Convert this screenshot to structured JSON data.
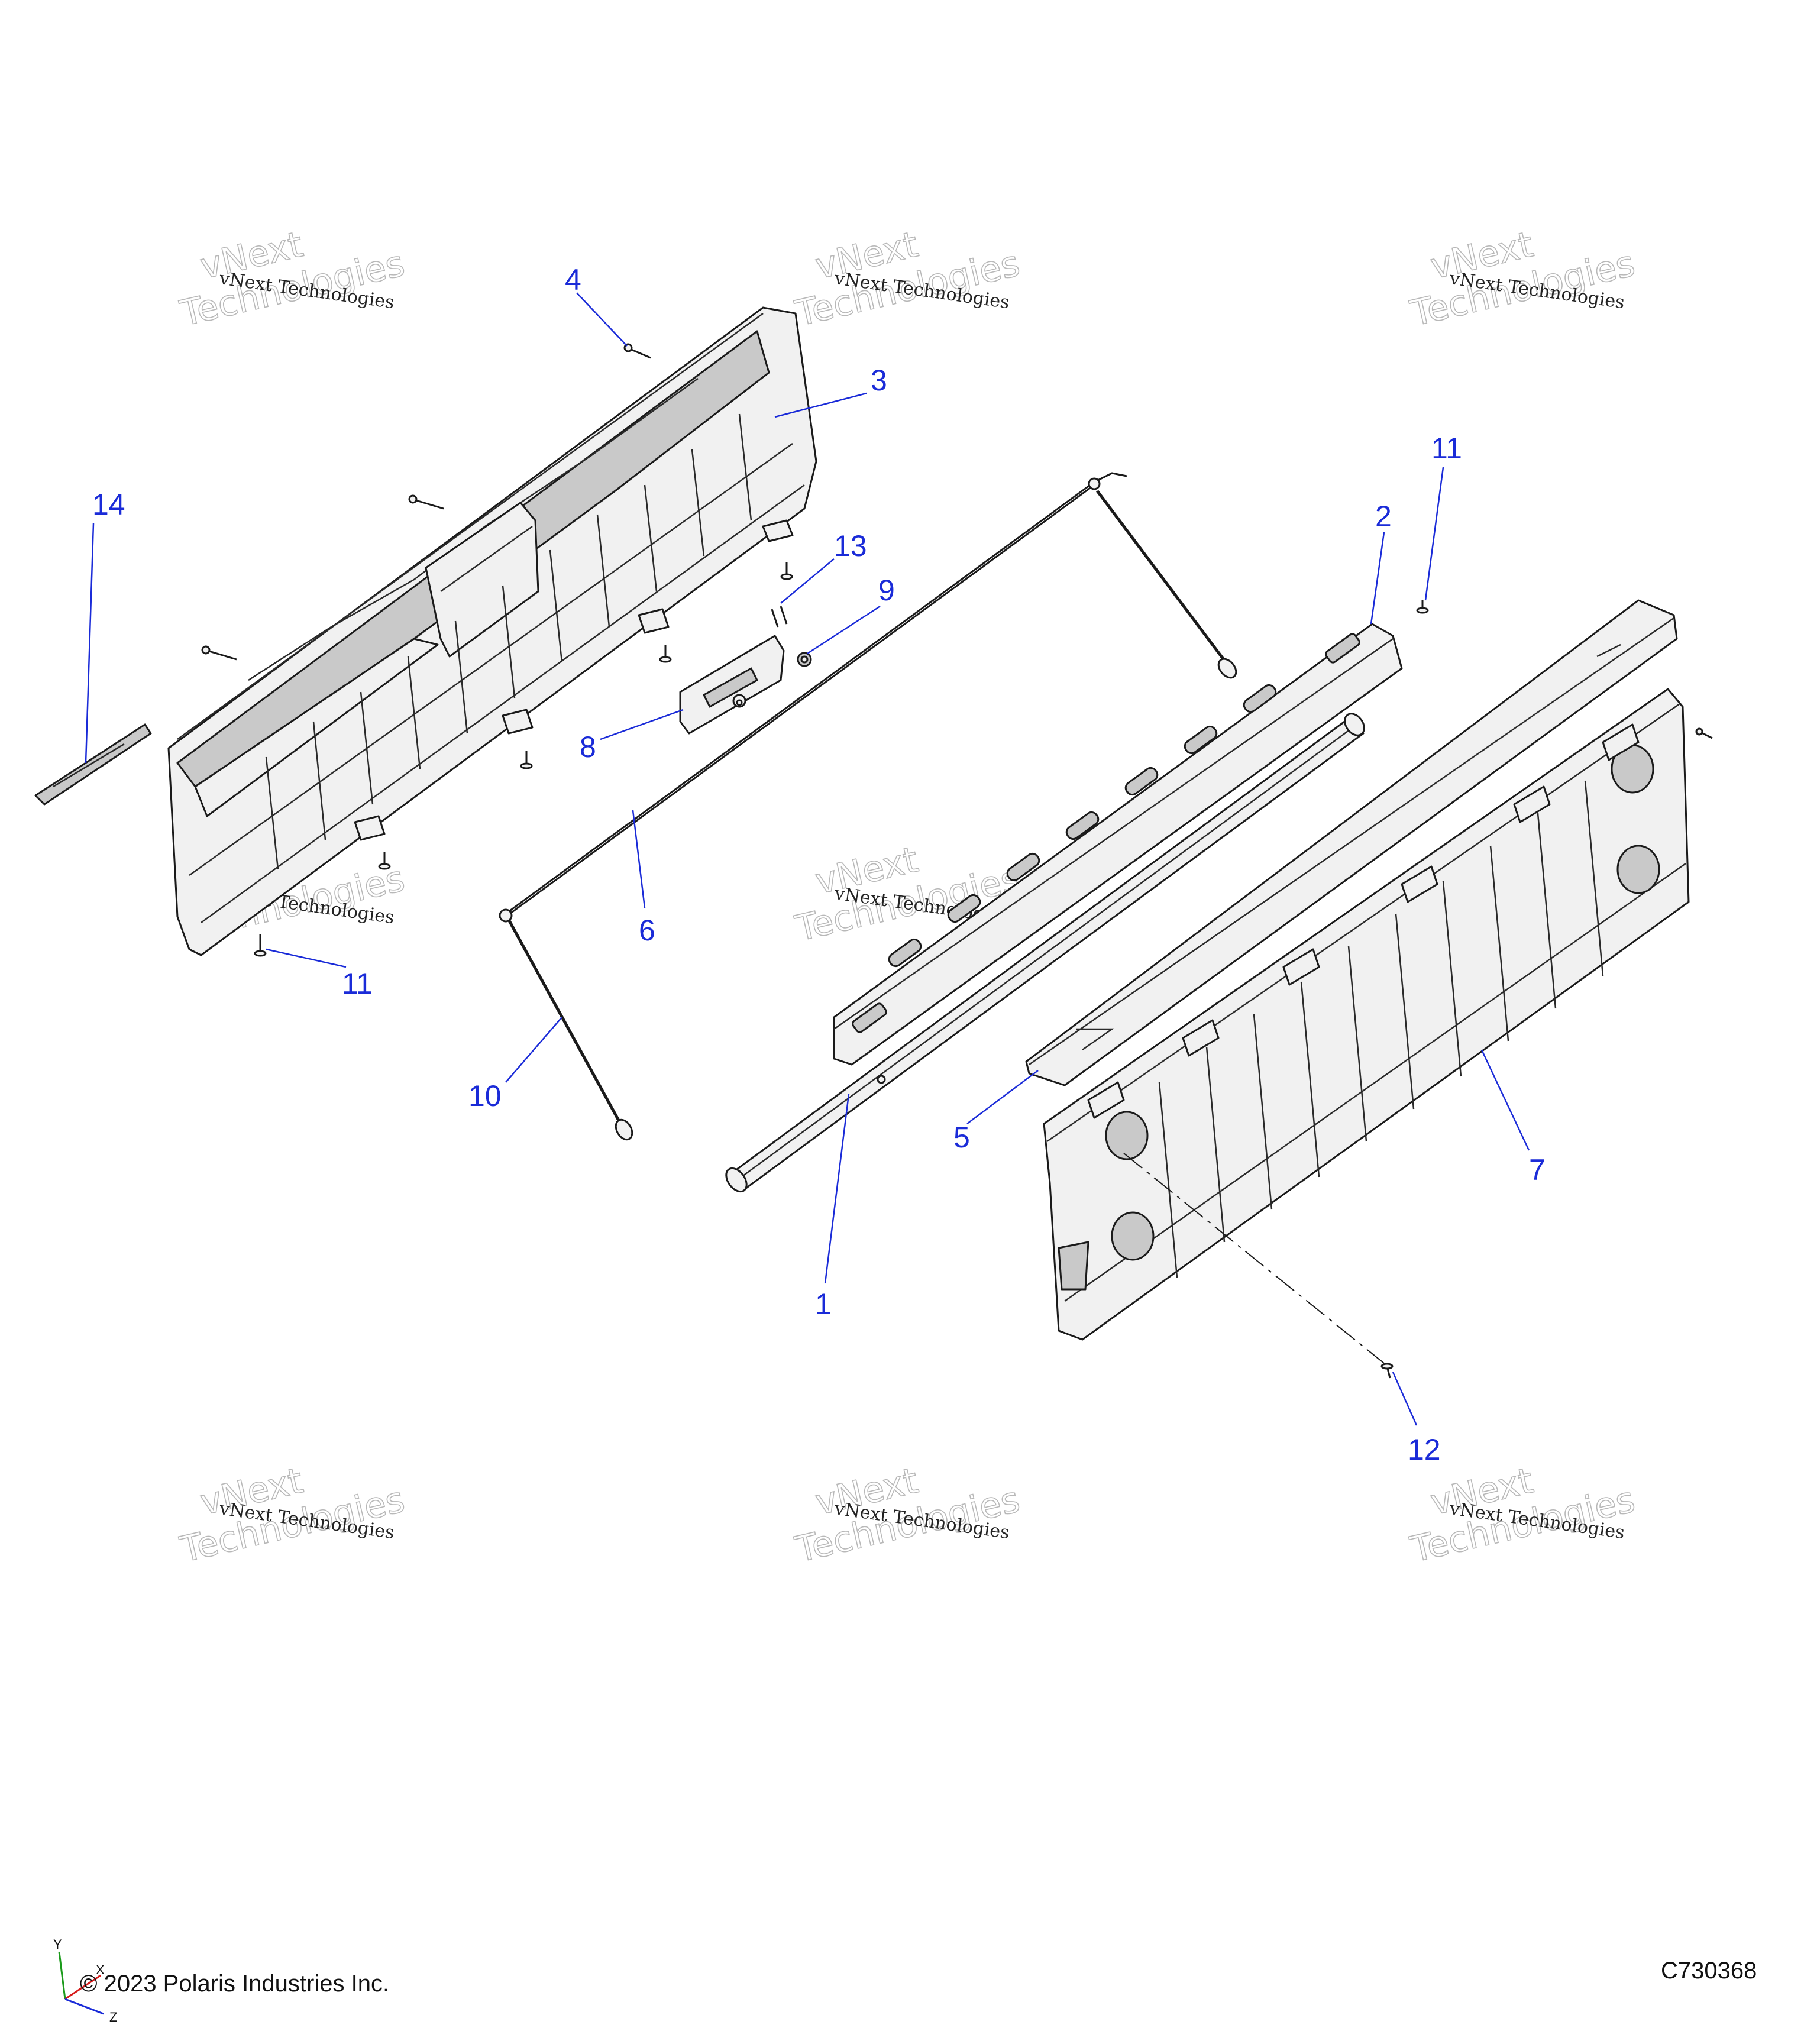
{
  "watermark": {
    "line1": "vNext Technologies",
    "line2": "Technologies",
    "line3": "vNext"
  },
  "callouts": {
    "c1": "1",
    "c2": "2",
    "c3": "3",
    "c4": "4",
    "c5": "5",
    "c6": "6",
    "c7": "7",
    "c8": "8",
    "c9": "9",
    "c10": "10",
    "c11a": "11",
    "c11b": "11",
    "c12": "12",
    "c13": "13",
    "c14": "14"
  },
  "axes": {
    "y": "Y",
    "x": "X",
    "z": "Z"
  },
  "footer": {
    "copyright": "© 2023 Polaris Industries Inc.",
    "drawing_id": "C730368"
  },
  "colors": {
    "callout": "#1a2bd8",
    "line": "#1a1a1a",
    "watermark": "#b8b8b8"
  }
}
